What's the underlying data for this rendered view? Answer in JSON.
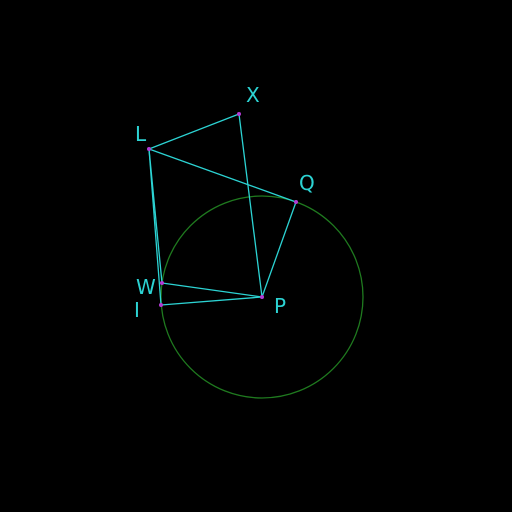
{
  "diagram": {
    "background": "#000000",
    "colors": {
      "segment": "#2cd3d3",
      "circle": "#1f7a1f",
      "point": "#b23bd6",
      "label": "#2cd3d3"
    },
    "points": {
      "L": {
        "label": "L"
      },
      "X": {
        "label": "X"
      },
      "Q": {
        "label": "Q"
      },
      "W": {
        "label": "W"
      },
      "I": {
        "label": "I"
      },
      "P": {
        "label": "P"
      }
    },
    "segments": [
      [
        "L",
        "X"
      ],
      [
        "X",
        "P"
      ],
      [
        "L",
        "Q"
      ],
      [
        "Q",
        "P"
      ],
      [
        "L",
        "W"
      ],
      [
        "L",
        "I"
      ],
      [
        "W",
        "P"
      ],
      [
        "I",
        "P"
      ]
    ],
    "circle": {
      "center": "P",
      "through": "Q"
    }
  }
}
